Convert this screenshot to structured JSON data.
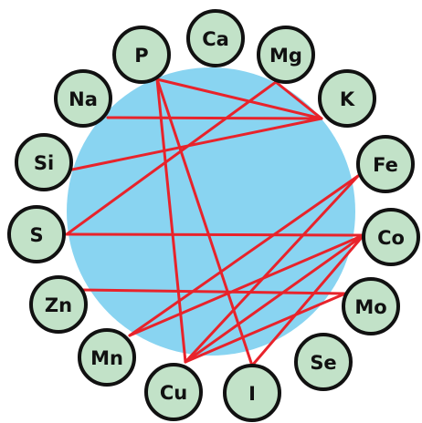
{
  "colors": {
    "background_circle": "#89d4f1",
    "link_line": "#e8232b",
    "node_fill": "#c2e2c8",
    "node_stroke": "#111111",
    "label_text": "#111111"
  },
  "nodes": [
    {
      "id": "P",
      "label": "P"
    },
    {
      "id": "Ca",
      "label": "Ca"
    },
    {
      "id": "Mg",
      "label": "Mg"
    },
    {
      "id": "K",
      "label": "K"
    },
    {
      "id": "Fe",
      "label": "Fe"
    },
    {
      "id": "Co",
      "label": "Co"
    },
    {
      "id": "Mo",
      "label": "Mo"
    },
    {
      "id": "Se",
      "label": "Se"
    },
    {
      "id": "I",
      "label": "I"
    },
    {
      "id": "Cu",
      "label": "Cu"
    },
    {
      "id": "Mn",
      "label": "Mn"
    },
    {
      "id": "Zn",
      "label": "Zn"
    },
    {
      "id": "S",
      "label": "S"
    },
    {
      "id": "Si",
      "label": "Si"
    },
    {
      "id": "Na",
      "label": "Na"
    }
  ],
  "links": [
    [
      "P",
      "K"
    ],
    [
      "P",
      "Cu"
    ],
    [
      "P",
      "I"
    ],
    [
      "Na",
      "K"
    ],
    [
      "Mg",
      "K"
    ],
    [
      "Mg",
      "S"
    ],
    [
      "K",
      "Si"
    ],
    [
      "Fe",
      "Mn"
    ],
    [
      "Fe",
      "Cu"
    ],
    [
      "S",
      "Co"
    ],
    [
      "Co",
      "Mn"
    ],
    [
      "Co",
      "Cu"
    ],
    [
      "Co",
      "I"
    ],
    [
      "Zn",
      "Mo"
    ],
    [
      "Mo",
      "Cu"
    ]
  ]
}
